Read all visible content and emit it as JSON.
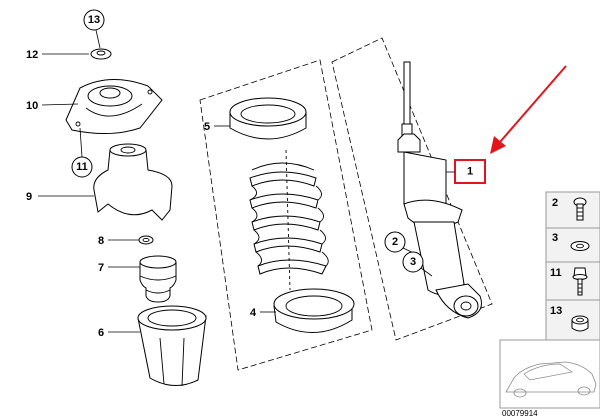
{
  "labels": {
    "l1": "1",
    "l2": "2",
    "l3": "3",
    "l4": "4",
    "l5": "5",
    "l6": "6",
    "l7": "7",
    "l8": "8",
    "l9": "9",
    "l10": "10",
    "l11": "11",
    "l12": "12",
    "l13": "13"
  },
  "side_panel": {
    "s2": "2",
    "s3": "3",
    "s11": "11",
    "s13": "13"
  },
  "reference_number": "00079914",
  "colors": {
    "highlight": "#e3141b",
    "line": "#000000",
    "panel_border": "#999999",
    "panel_fill": "#f2f2f2"
  }
}
